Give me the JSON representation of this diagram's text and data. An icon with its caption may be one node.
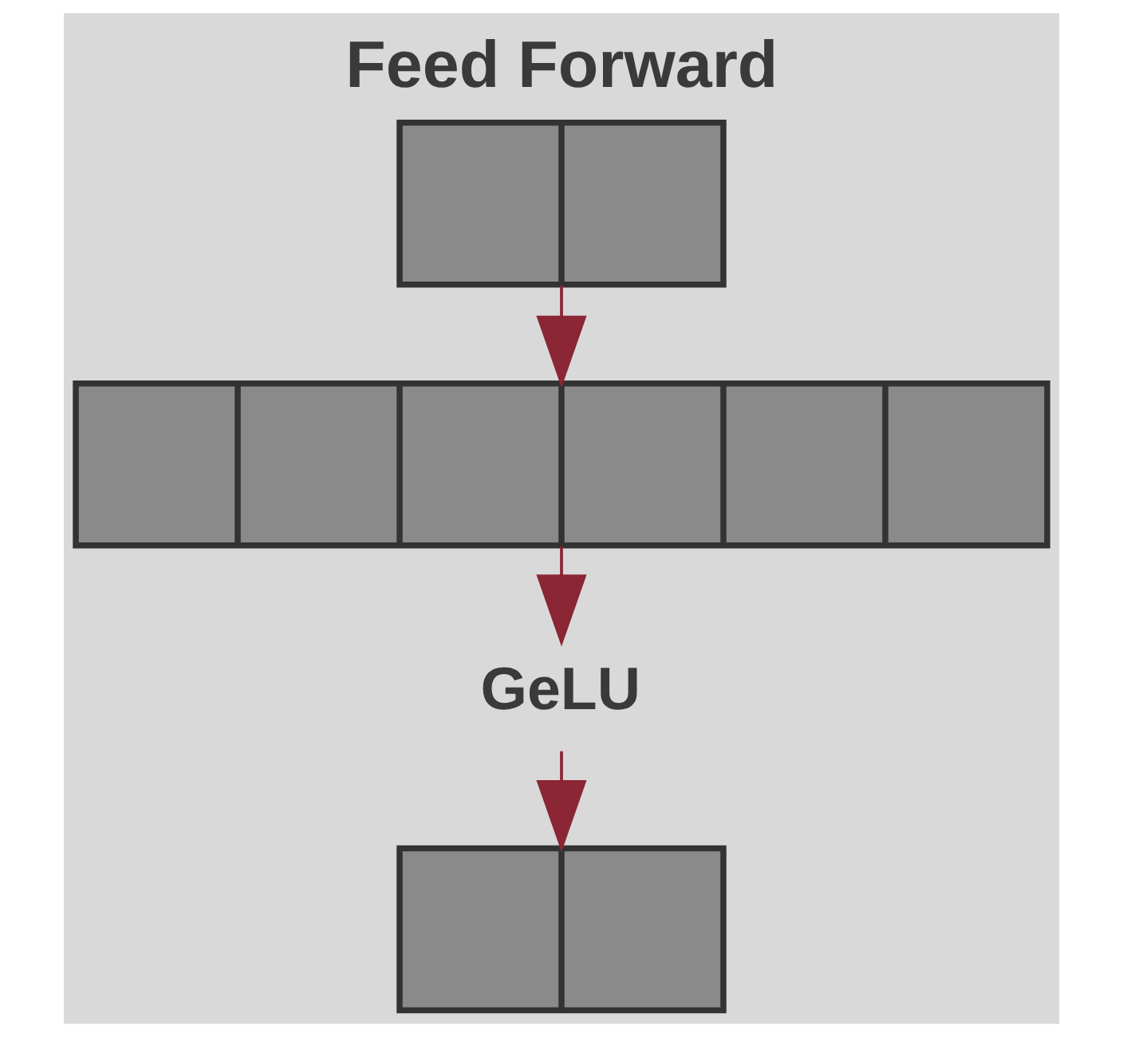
{
  "diagram": {
    "title": "Feed Forward",
    "nodes": [
      {
        "text": [],
        "shape": "box"
      },
      {
        "text": [],
        "shape": "box"
      },
      {
        "text": [
          "GeLU"
        ]
      },
      {
        "text": [],
        "shape": "box"
      }
    ],
    "edges": [
      {
        "from": 0,
        "to": 1,
        "arrow": "to"
      },
      {
        "from": 1,
        "to": 2,
        "arrow": "to"
      },
      {
        "from": 2,
        "to": 3,
        "arrow": "to"
      }
    ]
  }
}
